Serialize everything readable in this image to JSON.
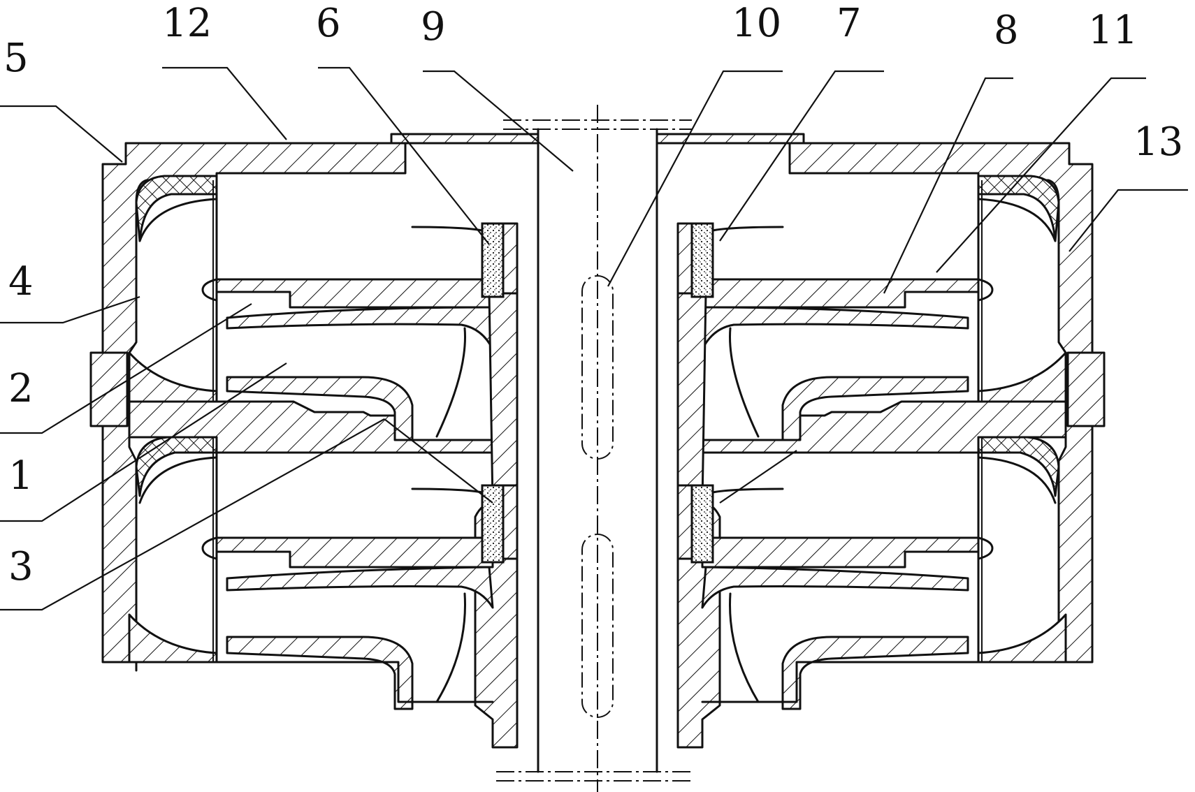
{
  "callouts": [
    {
      "id": "c12",
      "text": "12"
    },
    {
      "id": "c6",
      "text": "6"
    },
    {
      "id": "c9",
      "text": "9"
    },
    {
      "id": "c10",
      "text": "10"
    },
    {
      "id": "c7",
      "text": "7"
    },
    {
      "id": "c8",
      "text": "8"
    },
    {
      "id": "c11",
      "text": "11"
    },
    {
      "id": "c5",
      "text": "5"
    },
    {
      "id": "c13",
      "text": "13"
    },
    {
      "id": "c4",
      "text": "4"
    },
    {
      "id": "c2",
      "text": "2"
    },
    {
      "id": "c1",
      "text": "1"
    },
    {
      "id": "c3",
      "text": "3"
    }
  ],
  "colors": {
    "line": "#111111",
    "background": "#ffffff"
  }
}
